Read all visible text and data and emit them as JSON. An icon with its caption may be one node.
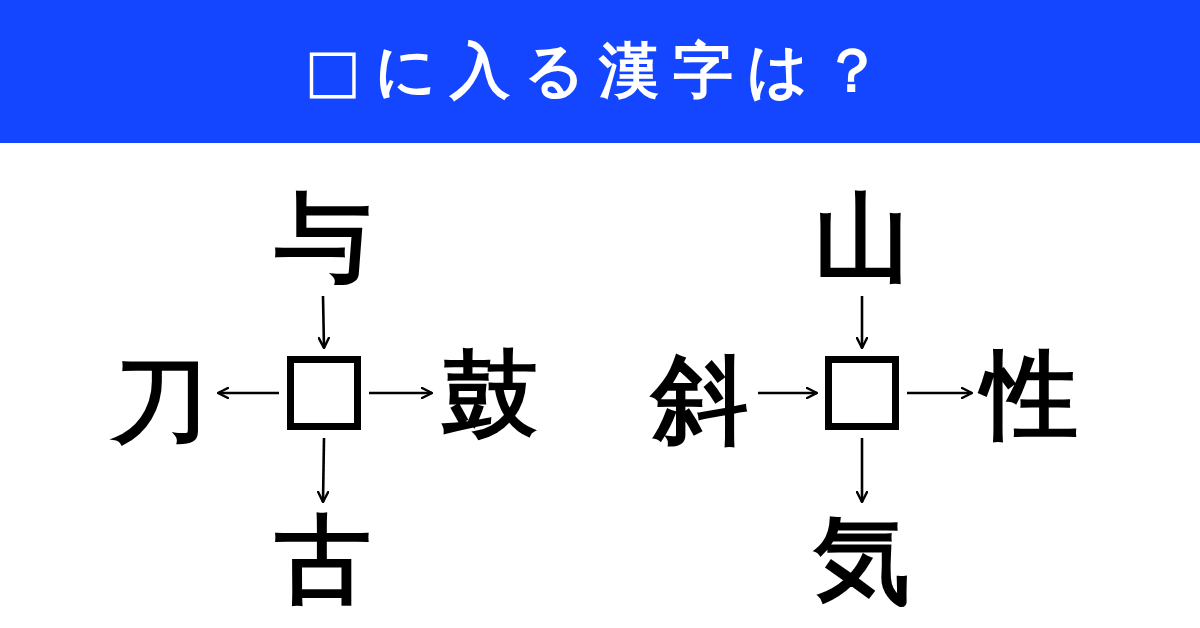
{
  "diagram": {
    "title": "□に入る漢字は？",
    "nodes": [
      {
        "text": [
          "与"
        ]
      },
      {
        "text": [
          "刀"
        ]
      },
      {
        "text": [],
        "shape": "box"
      },
      {
        "text": [
          "鼓"
        ]
      },
      {
        "text": [
          "古"
        ]
      },
      {
        "text": [
          "山"
        ]
      },
      {
        "text": [
          "斜"
        ]
      },
      {
        "text": [],
        "shape": "box"
      },
      {
        "text": [
          "性"
        ]
      },
      {
        "text": [
          "気"
        ]
      }
    ],
    "edges": [
      {
        "from": 0,
        "to": 2,
        "arrow": "to"
      },
      {
        "from": 2,
        "to": 1,
        "arrow": "to"
      },
      {
        "from": 2,
        "to": 3,
        "arrow": "to"
      },
      {
        "from": 2,
        "to": 4,
        "arrow": "to"
      },
      {
        "from": 5,
        "to": 7,
        "arrow": "to"
      },
      {
        "from": 6,
        "to": 7,
        "arrow": "to"
      },
      {
        "from": 7,
        "to": 8,
        "arrow": "to"
      },
      {
        "from": 7,
        "to": 9,
        "arrow": "to"
      }
    ]
  }
}
